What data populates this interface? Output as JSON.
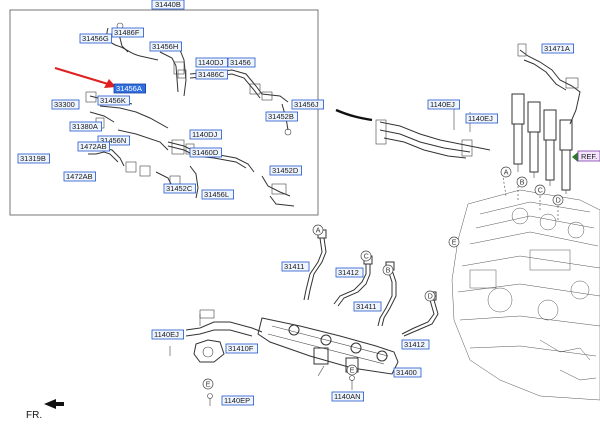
{
  "header": {
    "group_label": "31440B"
  },
  "reference": {
    "label": "REF."
  },
  "direction": {
    "label": "FR."
  },
  "callouts": [
    {
      "label": "31456G",
      "selected": false
    },
    {
      "label": "31486F",
      "selected": false
    },
    {
      "label": "31456H",
      "selected": false
    },
    {
      "label": "1140DJ",
      "selected": false
    },
    {
      "label": "31486C",
      "selected": false
    },
    {
      "label": "31456",
      "selected": false
    },
    {
      "label": "31456A",
      "selected": true
    },
    {
      "label": "31456K",
      "selected": false
    },
    {
      "label": "33300",
      "selected": false
    },
    {
      "label": "31452B",
      "selected": false
    },
    {
      "label": "31456J",
      "selected": false
    },
    {
      "label": "31380A",
      "selected": false
    },
    {
      "label": "31456N",
      "selected": false
    },
    {
      "label": "1140DJ",
      "selected": false
    },
    {
      "label": "1472AB",
      "selected": false
    },
    {
      "label": "31319B",
      "selected": false
    },
    {
      "label": "31460D",
      "selected": false
    },
    {
      "label": "1472AB",
      "selected": false
    },
    {
      "label": "31452C",
      "selected": false
    },
    {
      "label": "31456L",
      "selected": false
    },
    {
      "label": "31452D",
      "selected": false
    },
    {
      "label": "31471A",
      "selected": false
    },
    {
      "label": "1140EJ",
      "selected": false
    },
    {
      "label": "1140EJ",
      "selected": false
    },
    {
      "label": "31411",
      "selected": false
    },
    {
      "label": "31412",
      "selected": false
    },
    {
      "label": "31411",
      "selected": false
    },
    {
      "label": "31412",
      "selected": false
    },
    {
      "label": "1140EJ",
      "selected": false
    },
    {
      "label": "31410F",
      "selected": false
    },
    {
      "label": "31400",
      "selected": false
    },
    {
      "label": "1140EP",
      "selected": false
    },
    {
      "label": "1140AN",
      "selected": false
    }
  ],
  "circle_markers": [
    "A",
    "B",
    "C",
    "D",
    "E",
    "A",
    "C",
    "B",
    "D",
    "E",
    "E"
  ],
  "colors": {
    "callout_border": "#2255cc",
    "callout_fill": "#eef5ff",
    "selected_fill": "#2f6fe0",
    "arrow": "#e02020"
  }
}
